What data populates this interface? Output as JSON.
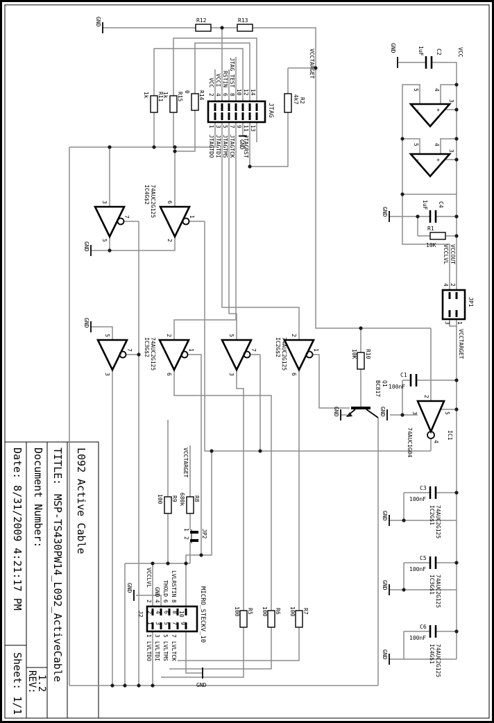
{
  "title_block": {
    "date": "Date: 8/31/2009 4:21:17 PM",
    "sheet": "Sheet: 1/1",
    "doc_number": "Document Number:",
    "rev_label": "REV:",
    "rev_value": "1.2",
    "title_label": "TITLE:",
    "title_value": "MSP-TS430PW14_L092_ActiveCable",
    "project": "L092 Active Cable"
  },
  "nets": {
    "gnd": "GND",
    "vcc": "VCC",
    "vcci": "VCCI",
    "rstin": "RSTIN",
    "jtag_test": "JTAG_TEST",
    "vcctarget": "VCCTARGET",
    "vccout": "VCCOUT",
    "vcclvl": "VCCLVL",
    "thold": "THOLD",
    "lvlrstin": "LVLRSTIN",
    "lvltdo": "LVLTDO",
    "lvltdi": "LVLTDI",
    "lvltms": "LVLTMS",
    "lvltck": "LVLTCK"
  },
  "components": {
    "resistors": {
      "r1": {
        "ref": "R1",
        "value": "10K"
      },
      "r2": {
        "ref": "R2",
        "value": "4k7"
      },
      "r5": {
        "ref": "R5",
        "value": "100"
      },
      "r6": {
        "ref": "R6",
        "value": "100"
      },
      "r7": {
        "ref": "R7",
        "value": "100"
      },
      "r8": {
        "ref": "R8",
        "value": "680k"
      },
      "r9": {
        "ref": "R9",
        "value": "100"
      },
      "r10": {
        "ref": "R10",
        "value": "10K"
      },
      "r11": {
        "ref": "R11",
        "value": "1k"
      },
      "r12": {
        "ref": "R12"
      },
      "r13": {
        "ref": "R13"
      },
      "r14": {
        "ref": "R14",
        "value": "0"
      },
      "r15": {
        "ref": "R15",
        "value": "1k"
      }
    },
    "capacitors": {
      "c1": {
        "ref": "C1",
        "value": "100nF"
      },
      "c2": {
        "ref": "C2",
        "value": "1uF"
      },
      "c3": {
        "ref": "C3",
        "value": "100nF"
      },
      "c4": {
        "ref": "C4",
        "value": "1uF"
      },
      "c5": {
        "ref": "C5",
        "value": "100nF"
      },
      "c6": {
        "ref": "C6",
        "value": "100nF"
      }
    },
    "transistor": {
      "ref": "Q1",
      "value": "BC817"
    },
    "inverter": {
      "ref": "IC1",
      "part": "74AUC1G04",
      "pins": [
        "2",
        "3",
        "5",
        "4"
      ]
    },
    "buffer_family": "74AUC2G125",
    "buffer_refs": {
      "top": "IC4G$2",
      "mid_left": "IC3G$2",
      "mid_right": "IC2G$2",
      "pwr_top": "IC2G$1",
      "pwr_mid": "IC3G$1",
      "pwr_bottom": "IC4G$1"
    },
    "buffer_pins": {
      "t1": [
        "3",
        "7",
        "5"
      ],
      "t2": [
        "6",
        "1",
        "2"
      ],
      "m1": [
        "5",
        "7",
        "3"
      ],
      "m2": [
        "2",
        "1",
        "6"
      ],
      "m3": [
        "5",
        "7",
        "3"
      ],
      "m4": [
        "2",
        "1",
        "6"
      ]
    },
    "opamp": {
      "pins": [
        "5",
        "4",
        "3"
      ],
      "minus": "-",
      "plus": "+"
    },
    "jtag": {
      "name": "JTAG",
      "top_pin_numbers": [
        "2",
        "4",
        "6",
        "8",
        "10",
        "12",
        "14"
      ],
      "bottom_pin_numbers": [
        "1",
        "3",
        "5",
        "7",
        "9",
        "11",
        "13"
      ],
      "bottom_signals": [
        "JTAGTDO",
        "JTAGTDI",
        "JTAGTMS",
        "JTAGTCK",
        "JTAGRST"
      ]
    },
    "jp1": {
      "ref": "JP1",
      "pins": [
        "2",
        "4",
        "1",
        "3"
      ]
    },
    "jp2": {
      "ref": "JP2",
      "pins": [
        "1",
        "2"
      ]
    },
    "j2": {
      "ref": "J2",
      "device": "MICRO_STECKV_10",
      "top_pin_numbers": [
        "2",
        "4",
        "6",
        "8",
        "10"
      ],
      "bottom_pin_numbers": [
        "1",
        "3",
        "5",
        "7",
        "9"
      ]
    }
  }
}
